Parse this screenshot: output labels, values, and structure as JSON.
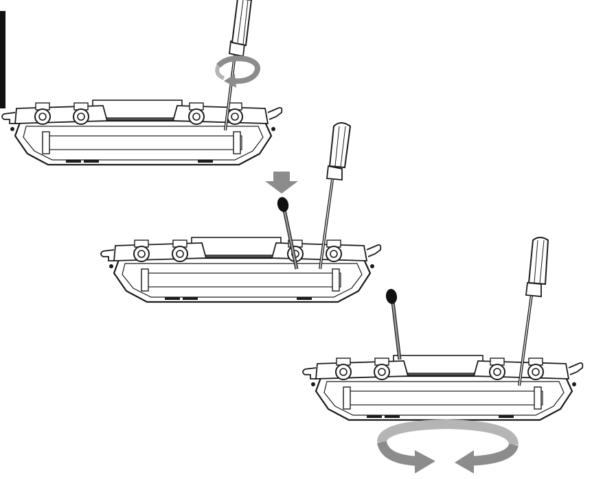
{
  "diagram": {
    "steps": [
      {
        "id": "step-1",
        "tools": [
          "screwdriver"
        ],
        "motion": "rotate-screwdriver"
      },
      {
        "id": "step-2",
        "tools": [
          "screwdriver",
          "pry-tool"
        ],
        "motion": "insert-pry-tool"
      },
      {
        "id": "step-3",
        "tools": [
          "screwdriver",
          "pry-tool"
        ],
        "motion": "rotate-locomotive"
      }
    ],
    "icons": [
      "curved-rotation-arrow-icon",
      "down-arrow-icon",
      "circular-rotation-arrow-icon"
    ],
    "colors": {
      "line": "#1a1a1a",
      "fill": "#ffffff",
      "arrow_gray": "#8c8c8c",
      "arrow_light": "#b5b5b5",
      "edge_tab": "#111111"
    }
  }
}
